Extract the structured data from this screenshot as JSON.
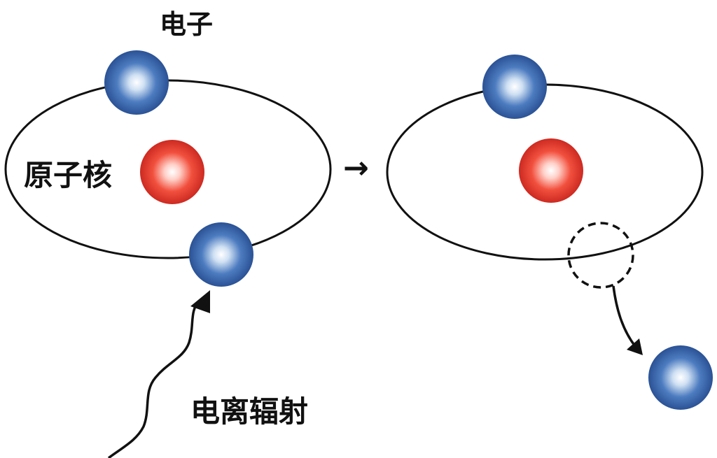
{
  "labels": {
    "electron": "电子",
    "nucleus": "原子核",
    "arrow": "→",
    "ionizing_radiation": "电离辐射"
  },
  "colors": {
    "electron": "#2f5fa8",
    "nucleus": "#e8322a",
    "line": "#111111",
    "background": "#ffffff"
  }
}
